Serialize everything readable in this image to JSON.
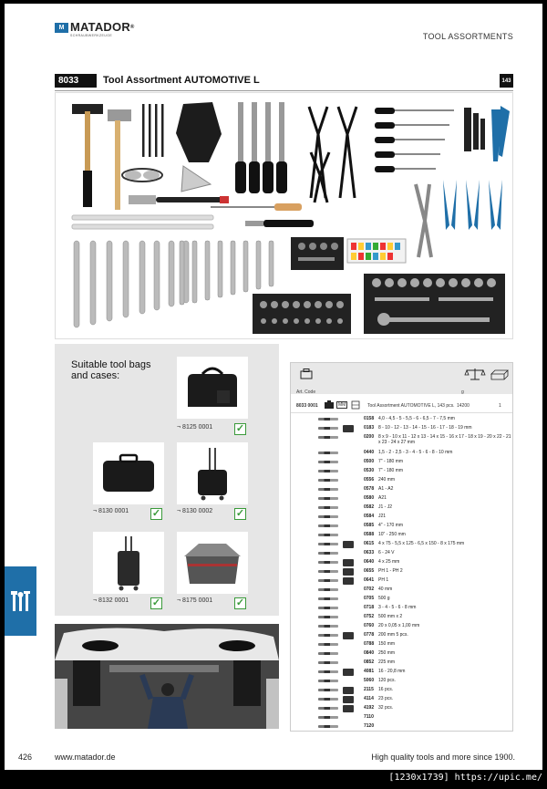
{
  "brand": {
    "name": "MATADOR",
    "sub": "SCHRAUBWERKZEUGE",
    "reg": "®",
    "logo_glyph": "M",
    "color": "#1f6fa8"
  },
  "section": "TOOL ASSORTMENTS",
  "product": {
    "number": "8033",
    "title": "Tool Assortment AUTOMOTIVE L",
    "badge": "143"
  },
  "bags": {
    "title": "Suitable tool bags and cases:",
    "check": "✓",
    "items": [
      {
        "code": "8125 0001"
      },
      {
        "code": "8130 0001"
      },
      {
        "code": "8130 0002"
      },
      {
        "code": "8132 0001"
      },
      {
        "code": "8175 0001"
      }
    ]
  },
  "spec": {
    "col_artcode": "Art. Code",
    "col_g": "g",
    "main": {
      "code": "8033 0001",
      "mm": "MM",
      "desc": "Tool Assortment AUTOMOTIVE L, 143 pcs.",
      "weight": "14200",
      "qty": "1"
    },
    "rows": [
      {
        "code": "0158",
        "desc": "4,0 - 4,5 - 5 - 5,5 - 6 - 6,5 - 7 - 7,5 mm"
      },
      {
        "code": "0183",
        "desc": "8 - 10 - 12 - 13 - 14 - 15 - 16 - 17 - 18 - 19 mm"
      },
      {
        "code": "0200",
        "desc": "8 x 9 - 10 x 11 - 12 x 13 - 14 x 15 - 16 x 17 - 18 x 19 - 20 x 22 - 21 x 23 - 24 x 27 mm"
      },
      {
        "code": "0440",
        "desc": "1,5 - 2 - 2,5 - 3 - 4 - 5 - 6 - 8 - 10 mm"
      },
      {
        "code": "0500",
        "desc": "7\" - 180 mm"
      },
      {
        "code": "0530",
        "desc": "7\" - 180 mm"
      },
      {
        "code": "0556",
        "desc": "240 mm"
      },
      {
        "code": "0578",
        "desc": "A1 - A2"
      },
      {
        "code": "0580",
        "desc": "A21"
      },
      {
        "code": "0582",
        "desc": "J1 - J2"
      },
      {
        "code": "0584",
        "desc": "J21"
      },
      {
        "code": "0585",
        "desc": "4\" - 170 mm"
      },
      {
        "code": "0588",
        "desc": "10\" - 250 mm"
      },
      {
        "code": "0615",
        "desc": "4 x 75 - 5,5 x 125 - 6,5 x 150 - 8 x 175 mm"
      },
      {
        "code": "0633",
        "desc": "6 - 24 V"
      },
      {
        "code": "0640",
        "desc": "4 x 25 mm"
      },
      {
        "code": "0655",
        "desc": "PH 1 - PH 2"
      },
      {
        "code": "0641",
        "desc": "PH 1"
      },
      {
        "code": "0702",
        "desc": "40 mm"
      },
      {
        "code": "0705",
        "desc": "500 g"
      },
      {
        "code": "0718",
        "desc": "3 - 4 - 5 - 6 - 8 mm"
      },
      {
        "code": "0752",
        "desc": "500 mm x 2"
      },
      {
        "code": "0760",
        "desc": "20 x 0,05 x 1,00 mm"
      },
      {
        "code": "0778",
        "desc": "200 mm 5 pcs."
      },
      {
        "code": "0788",
        "desc": "150 mm"
      },
      {
        "code": "0840",
        "desc": "250 mm"
      },
      {
        "code": "0852",
        "desc": "225 mm"
      },
      {
        "code": "4081",
        "desc": "16 - 20,8 mm"
      },
      {
        "code": "5060",
        "desc": "120 pcs."
      },
      {
        "code": "2115",
        "desc": "16 pcs."
      },
      {
        "code": "4114",
        "desc": "23 pcs."
      },
      {
        "code": "4192",
        "desc": "32 pcs."
      },
      {
        "code": "7110",
        "desc": ""
      },
      {
        "code": "7120",
        "desc": ""
      }
    ]
  },
  "footer": {
    "page": "426",
    "url": "www.matador.de",
    "slogan": "High quality tools and more since 1900."
  },
  "watermark": "[1230x1739] https://upic.me/"
}
